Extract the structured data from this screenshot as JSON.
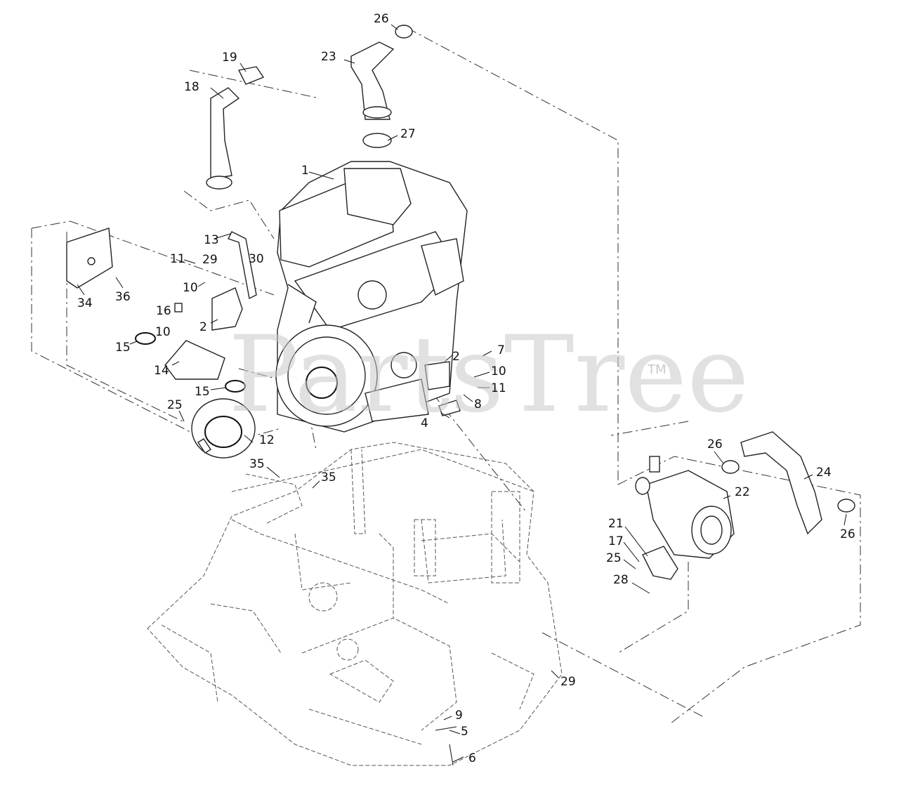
{
  "watermark": {
    "text": "PartsTree",
    "trademark": "TM"
  },
  "callouts": [
    {
      "id": "c1",
      "label": "1"
    },
    {
      "id": "c2a",
      "label": "2"
    },
    {
      "id": "c2b",
      "label": "2"
    },
    {
      "id": "c4",
      "label": "4"
    },
    {
      "id": "c5",
      "label": "5"
    },
    {
      "id": "c6",
      "label": "6"
    },
    {
      "id": "c7",
      "label": "7"
    },
    {
      "id": "c8",
      "label": "8"
    },
    {
      "id": "c9",
      "label": "9"
    },
    {
      "id": "c10a",
      "label": "10"
    },
    {
      "id": "c10b",
      "label": "10"
    },
    {
      "id": "c10c",
      "label": "10"
    },
    {
      "id": "c11a",
      "label": "11"
    },
    {
      "id": "c11b",
      "label": "11"
    },
    {
      "id": "c12",
      "label": "12"
    },
    {
      "id": "c13",
      "label": "13"
    },
    {
      "id": "c14",
      "label": "14"
    },
    {
      "id": "c15a",
      "label": "15"
    },
    {
      "id": "c15b",
      "label": "15"
    },
    {
      "id": "c16",
      "label": "16"
    },
    {
      "id": "c17",
      "label": "17"
    },
    {
      "id": "c18",
      "label": "18"
    },
    {
      "id": "c19",
      "label": "19"
    },
    {
      "id": "c21",
      "label": "21"
    },
    {
      "id": "c22",
      "label": "22"
    },
    {
      "id": "c23",
      "label": "23"
    },
    {
      "id": "c24",
      "label": "24"
    },
    {
      "id": "c25a",
      "label": "25"
    },
    {
      "id": "c25b",
      "label": "25"
    },
    {
      "id": "c26a",
      "label": "26"
    },
    {
      "id": "c26b",
      "label": "26"
    },
    {
      "id": "c26c",
      "label": "26"
    },
    {
      "id": "c27",
      "label": "27"
    },
    {
      "id": "c28",
      "label": "28"
    },
    {
      "id": "c29a",
      "label": "29"
    },
    {
      "id": "c29b",
      "label": "29"
    },
    {
      "id": "c30",
      "label": "30"
    },
    {
      "id": "c34",
      "label": "34"
    },
    {
      "id": "c35a",
      "label": "35"
    },
    {
      "id": "c35b",
      "label": "35"
    },
    {
      "id": "c36",
      "label": "36"
    }
  ]
}
